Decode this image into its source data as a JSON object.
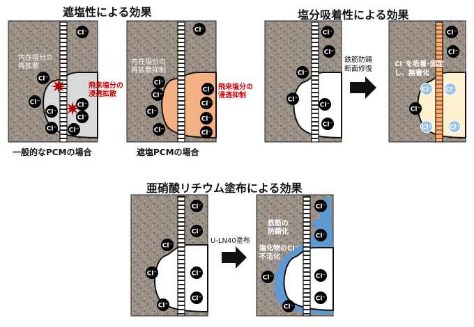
{
  "titles": {
    "shielding": "遮塩性による効果",
    "adsorption": "塩分吸着性による効果",
    "nitrite": "亜硝酸リチウム塗布による効果"
  },
  "captions": {
    "general_pcm": "一般的なPCMの場合",
    "shield_pcm": "遮塩PCMの場合"
  },
  "labels": {
    "internal_rediffusion": [
      "内在塩分の",
      "再拡散"
    ],
    "internal_rediffusion_suppress": [
      "内在塩分の",
      "再拡散抑制"
    ],
    "flying_salt_diffusion": [
      "飛来塩分の",
      "浸透拡散"
    ],
    "flying_salt_suppress": [
      "飛来塩分の",
      "浸透抑制"
    ],
    "repair_arrow": [
      "鉄筋防錆",
      "断面修復"
    ],
    "adsorb_fix": [
      "Cl⁻を吸着･固定",
      "し、無害化"
    ],
    "coat_arrow": "U-LN40塗布",
    "rebar_rust": [
      "鉄筋の",
      "防錆化"
    ],
    "chloride_inactive": [
      "塩化物のCl⁻",
      "不活化"
    ]
  },
  "ion": "Cl⁻",
  "colors": {
    "concrete": "#9a8f84",
    "pcm_gray": "#d4d4d4",
    "pcm_orange": "#f4b183",
    "pcm_cream": "#fdf1cf",
    "coating_blue": "#5b9bd5",
    "ion_light": "#9cc3e6",
    "rebar_orange": "#c55a11",
    "red_text": "#d00000"
  },
  "icons": [
    "chloride-ion-icon",
    "rust-burst-icon",
    "right-arrow-icon",
    "rebar-icon"
  ]
}
